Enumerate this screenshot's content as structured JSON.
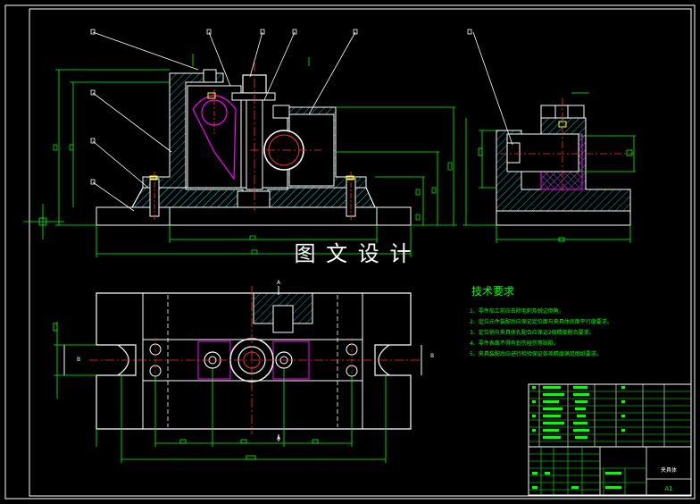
{
  "watermark": "图 文 设 计",
  "tech_requirements": {
    "title": "技术要求",
    "items": [
      "1、零件加工前应去除毛刺及锐边倒角。",
      "2、定位元件装配后应保证定位面与夹具体底面平行度要求。",
      "3、定位销与夹具体孔配合应保证2级精度配合要求。",
      "4、零件表面不得有划伤碰伤等缺陷。",
      "5、夹具装配后应进行检验保证各项精度满足图纸要求。"
    ]
  },
  "section_labels": {
    "top_a": "A",
    "bottom_a": "A",
    "left_b": "B",
    "right_b": "B"
  },
  "title_block": {
    "drawing_name": "夹具体",
    "sheet_size": "A1"
  },
  "colors": {
    "outline": "#ffffff",
    "dimension": "#00ff00",
    "hatch": "#00b4b4",
    "centerline": "#ff3030",
    "part": "#ff00ff",
    "accent": "#ffff00"
  }
}
